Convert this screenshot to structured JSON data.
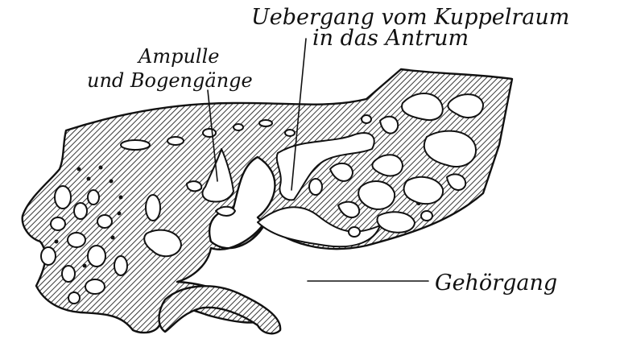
{
  "labels": {
    "cupola_line1": "Uebergang vom Kuppelraum",
    "cupola_line2": "in das Antrum",
    "ampulla_line1": "Ampulle",
    "ampulla_line2": "und Bogengänge",
    "canal": "Gehörgang"
  },
  "colors": {
    "ink": "#111111",
    "paper": "#ffffff"
  }
}
